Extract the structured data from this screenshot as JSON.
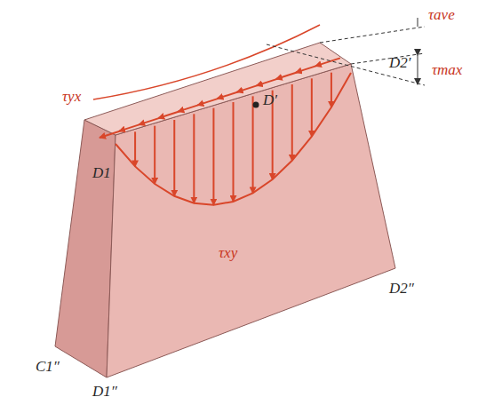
{
  "diagram": {
    "labels": [
      "τave",
      "τmax",
      "τyx",
      "D′",
      "D1",
      "D2′",
      "D2″",
      "C1″",
      "D1″",
      "τxy"
    ]
  }
}
